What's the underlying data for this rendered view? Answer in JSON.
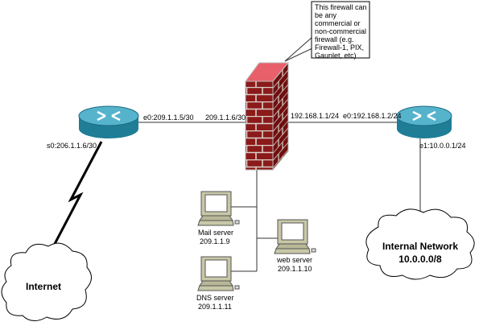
{
  "callout": {
    "lines": [
      "This firewall can",
      "be any",
      "commercial or",
      "non-commercial",
      "firewall (e.g.",
      "Firewall-1, PIX,",
      "Gaunlet, etc)"
    ]
  },
  "links": {
    "left_router_e0": "e0:209.1.1.5/30",
    "firewall_outside": "209.1.1.6/30",
    "firewall_inside": "192.168.1.1/24",
    "right_router_e0": "e0:192.168.1.2/24",
    "right_router_e1": "e1:10.0.0.1/24",
    "left_router_s0": "s0:206.1.1.6/30"
  },
  "servers": [
    {
      "name": "Mail server",
      "ip": "209.1.1.9"
    },
    {
      "name": "web server",
      "ip": "209.1.1.10"
    },
    {
      "name": "DNS server",
      "ip": "209.1.1.11"
    }
  ],
  "clouds": {
    "internet": "Internet",
    "internal_line1": "Internal Network",
    "internal_line2": "10.0.0.0/8"
  },
  "colors": {
    "router": "#2a8fa8",
    "brick": "#8b1a1a",
    "mortar": "#d8c8c0"
  }
}
